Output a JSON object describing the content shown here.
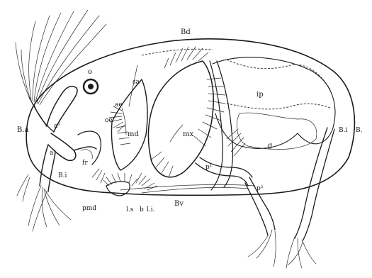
{
  "labels": {
    "Bd": "Bd",
    "o": "o",
    "sa": "sa",
    "ae": "ae",
    "oe": "oe",
    "md": "md",
    "mx": "mx",
    "ip": "ip",
    "a1": "a¹",
    "a2": "a²",
    "Ba": "B.a",
    "Bi_left": "B.i",
    "Bi_right": "B.i",
    "Bl": "B.",
    "fr": "fr",
    "g": "g",
    "p1": "p¹",
    "p2": "p²",
    "Bv": "Bv",
    "pmd": "pmd",
    "ls": "l.s",
    "b": "b",
    "li": "l.i."
  },
  "colors": {
    "ink": "#1a1a1a",
    "paper": "#ffffff"
  }
}
